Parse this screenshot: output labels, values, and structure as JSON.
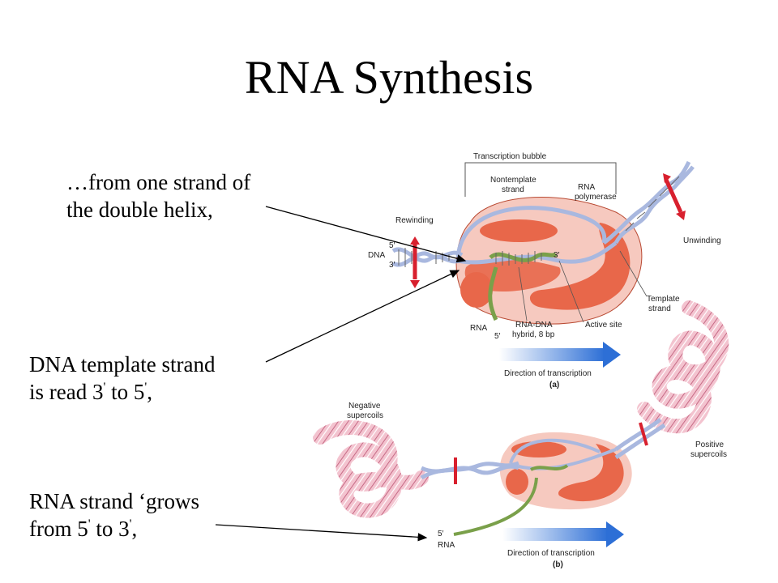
{
  "slide": {
    "title": "RNA Synthesis",
    "notes": {
      "strand": {
        "line1": "…from one strand of",
        "line2": "the double helix,"
      },
      "template": {
        "line1": "DNA template strand",
        "line2_a": "is read 3",
        "line2_b": " to 5",
        "line2_c": ",",
        "prime": "'"
      },
      "rna": {
        "line1": "RNA strand ‘grows",
        "line2_a": "from  5",
        "line2_b": " to 3",
        "line2_c": ",",
        "prime": "'"
      }
    }
  },
  "figure_a": {
    "panel_label": "(a)",
    "labels": {
      "transcription_bubble": "Transcription bubble",
      "nontemplate_strand_1": "Nontemplate",
      "nontemplate_strand_2": "strand",
      "rna_polymerase_1": "RNA",
      "rna_polymerase_2": "polymerase",
      "rewinding": "Rewinding",
      "unwinding": "Unwinding",
      "dna": "DNA",
      "five_prime": "5′",
      "three_prime": "3′",
      "three_prime_rna": "3′",
      "template_strand_1": "Template",
      "template_strand_2": "strand",
      "active_site": "Active site",
      "rna": "RNA",
      "rna_five_prime": "5′",
      "hybrid_1": "RNA-DNA",
      "hybrid_2": "hybrid, 8 bp",
      "direction": "Direction of transcription"
    }
  },
  "figure_b": {
    "panel_label": "(b)",
    "labels": {
      "negative_1": "Negative",
      "negative_2": "supercoils",
      "positive_1": "Positive",
      "positive_2": "supercoils",
      "rna_five_prime": "5′",
      "rna": "RNA",
      "direction": "Direction of transcription"
    }
  },
  "colors": {
    "polymerase": "#e8674a",
    "polymerase_light": "#f6c9bf",
    "template_strand": "#a9b8df",
    "rna_strand": "#7aa04a",
    "red_arrow": "#d8202e",
    "blue_arrow": "#2d6fd6",
    "supercoil": "#e8a6b8"
  }
}
